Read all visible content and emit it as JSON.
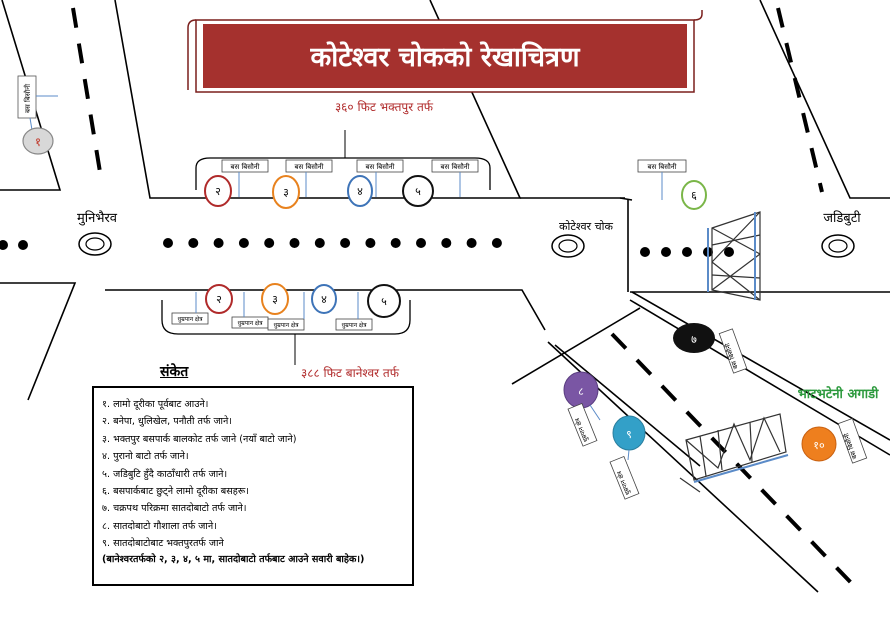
{
  "title": "कोटेश्वर चोकको रेखाचित्रण",
  "top_direction": "३६० फिट भक्तपुर तर्फ",
  "bottom_direction": "३८८ फिट बानेश्वर तर्फ",
  "places": {
    "munibhairab": "मुनिभैरव",
    "koteshwor_chowk": "कोटेश्वर चोक",
    "jadibuti": "जडिबुटी",
    "bhatbhateni": "भाटभटेनी अगाडी"
  },
  "stop_label": "बस बिसौनी",
  "stop_label_bottom": "धुम्रपान क्षेत्र",
  "stops": {
    "s1": "१",
    "top": [
      "२",
      "३",
      "४",
      "५"
    ],
    "bottom": [
      "२",
      "३",
      "४",
      "५"
    ],
    "s6": "६",
    "s7": "७",
    "s8": "८",
    "s9": "९",
    "s10": "१०"
  },
  "colors": {
    "title_bg": "#a5312e",
    "s2": "#b02a2a",
    "s3": "#e8821e",
    "s4": "#3e74b8",
    "s5": "#111111",
    "s6": "#7ab648",
    "s8": "#7a56a4",
    "s9": "#33a0c8",
    "s10": "#ee7f1e",
    "bhatbhateni": "#2d9a3e",
    "direction": "#b02a2a"
  },
  "legend": {
    "heading": "संकेत",
    "items": [
      "१. लामो दूरीका पूर्वबाट आउने।",
      "२. बनेपा, धुलिखेल, पनौती तर्फ जाने।",
      "३. भक्तपुर बसपार्क बालकोट तर्फ जाने (नयाँ बाटो जाने)",
      "४. पुरानो बाटो तर्फ जाने।",
      "५. जडिबुटि हुँदै काठाँधारी तर्फ जाने।",
      "६. बसपार्कबाट छुट्ने लामो दूरीका बसहरू।",
      "७. चक्रपथ परिक्रमा सातदोबाटो तर्फ जाने।",
      "८. सातदोबाटो गौशाला तर्फ जाने।",
      "९. सातदोबाटोबाट भक्तपुरतर्फ जाने"
    ],
    "note": "(बानेश्वरतर्फको २, ३, ४, ५ मा, सातदोबाटो तर्फबाट आउने सवारी बाहेक।)"
  }
}
